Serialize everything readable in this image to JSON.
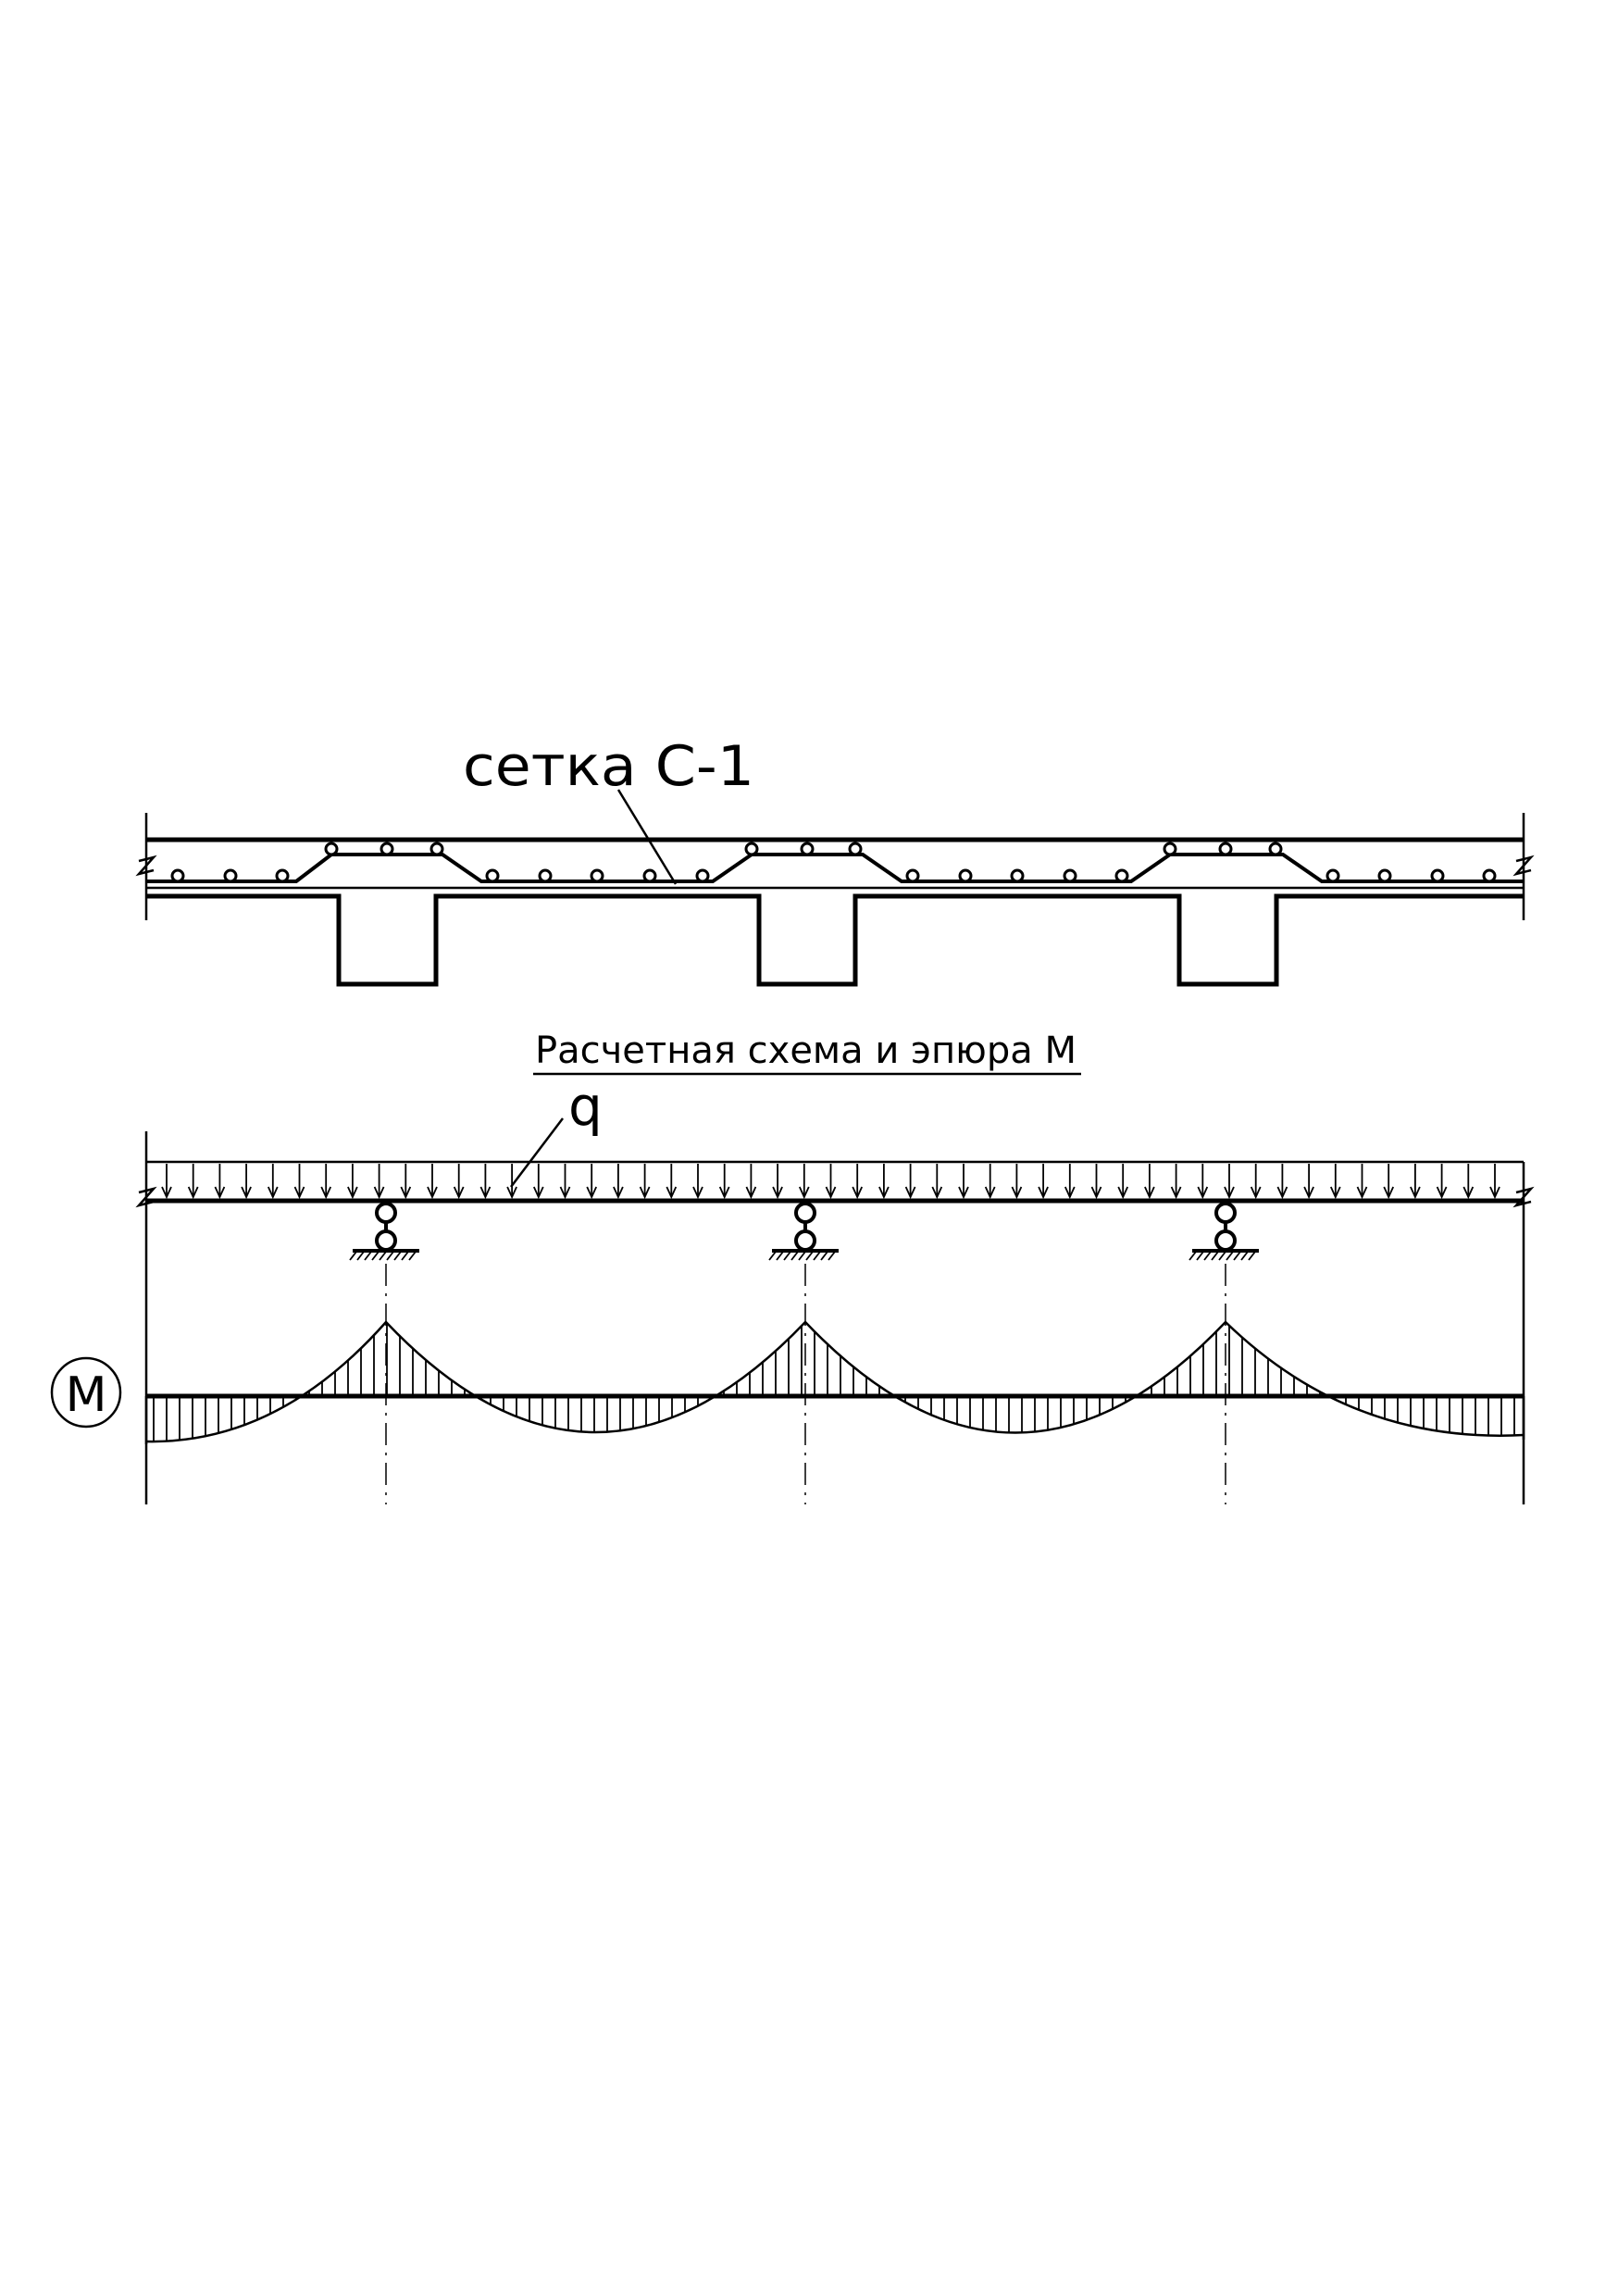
{
  "labels": {
    "mesh": "сетка С-1",
    "scheme_title": "Расчетная схема и эпюра М",
    "load": "q",
    "moment_marker": "М"
  }
}
